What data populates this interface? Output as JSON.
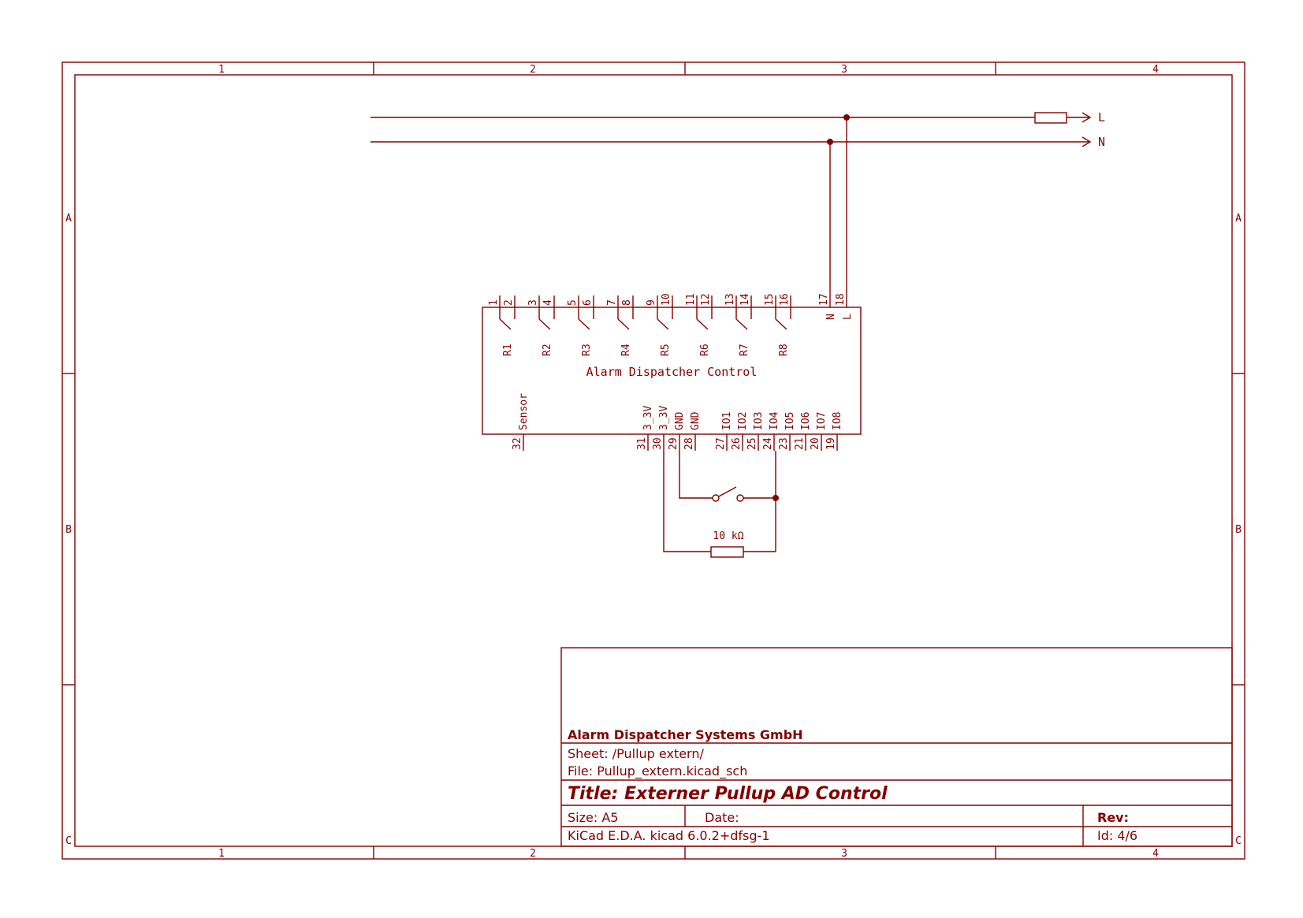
{
  "frame": {
    "columns": [
      "1",
      "2",
      "3",
      "4"
    ],
    "rows": [
      "A",
      "B",
      "C"
    ]
  },
  "power": {
    "line_label": "L",
    "neutral_label": "N"
  },
  "component": {
    "name": "Alarm Dispatcher Control",
    "top_pins": [
      "1",
      "2",
      "3",
      "4",
      "5",
      "6",
      "7",
      "8",
      "9",
      "10",
      "11",
      "12",
      "13",
      "14",
      "15",
      "16",
      "17",
      "18"
    ],
    "relays": [
      "R1",
      "R2",
      "R3",
      "R4",
      "R5",
      "R6",
      "R7",
      "R8"
    ],
    "power_pins": [
      "N",
      "L"
    ],
    "sensor_label": "Sensor",
    "sensor_pin": "32",
    "bottom_pin_names": [
      "3_3V",
      "3_3V",
      "GND",
      "GND",
      "IO1",
      "IO2",
      "IO3",
      "IO4",
      "IO5",
      "IO6",
      "IO7",
      "IO8"
    ],
    "bottom_pin_numbers": [
      "31",
      "30",
      "29",
      "28",
      "27",
      "26",
      "25",
      "24",
      "23",
      "21",
      "20",
      "19"
    ]
  },
  "resistor": {
    "value": "10 kΩ"
  },
  "title_block": {
    "company": "Alarm Dispatcher Systems GmbH",
    "sheet": "Sheet: /Pullup extern/",
    "file": "File: Pullup_extern.kicad_sch",
    "title": "Title: Externer Pullup AD Control",
    "size": "Size: A5",
    "date": "Date:",
    "rev": "Rev:",
    "tool": "KiCad E.D.A.  kicad 6.0.2+dfsg-1",
    "id": "Id: 4/6"
  },
  "colors": {
    "ink": "#840000",
    "background": "#ffffff"
  }
}
